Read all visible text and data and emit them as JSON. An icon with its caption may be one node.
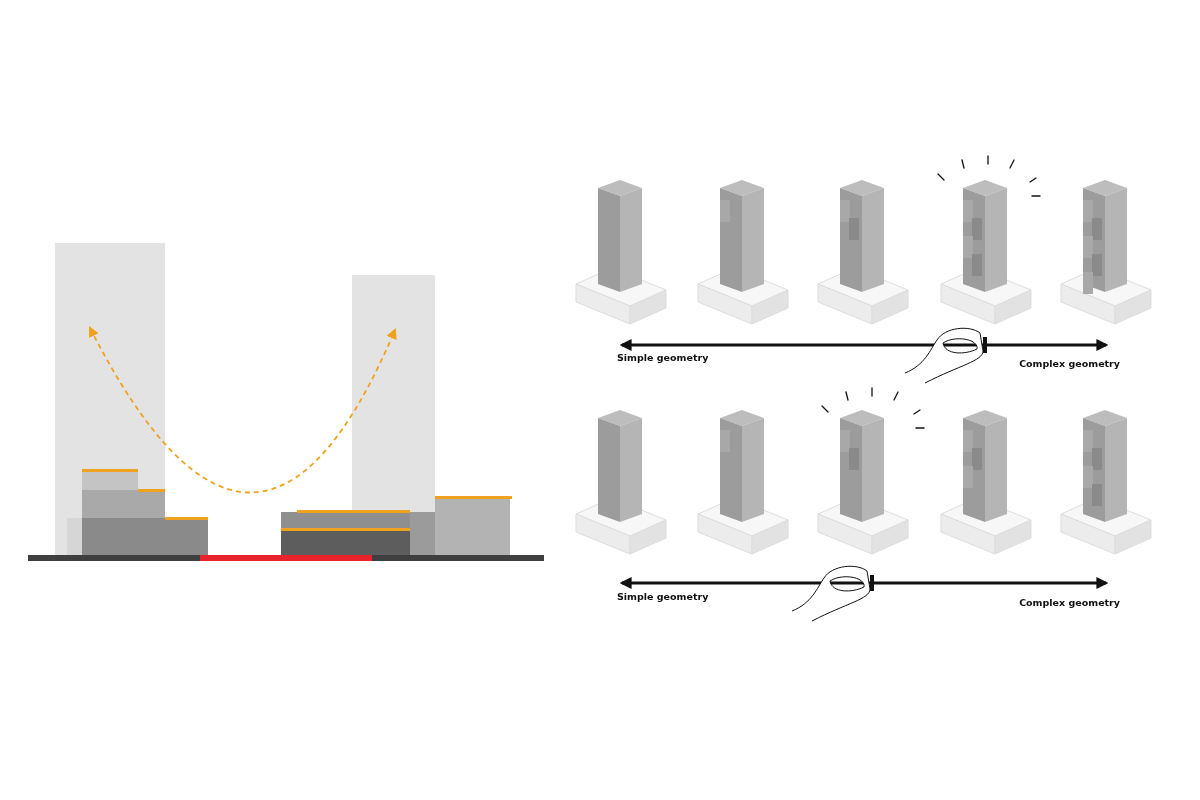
{
  "diagram": {
    "labels": [
      "Simple geometry",
      "Complex geometry",
      "Simple geometry",
      "Complex geometry"
    ]
  }
}
